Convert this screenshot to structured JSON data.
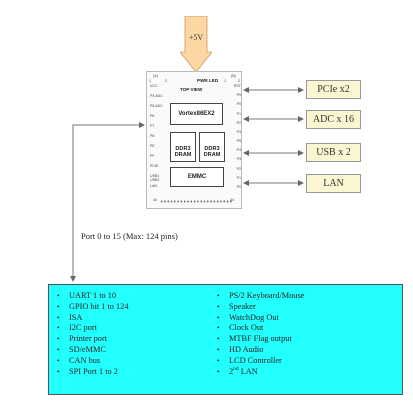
{
  "power": {
    "label": "+5V"
  },
  "module": {
    "col_a_label": "(A)",
    "col_a_num": "1",
    "col_a_num2": "2",
    "col_b_label": "(B)",
    "col_b_num": "1",
    "col_b_num2": "2",
    "pwr_led": "PWR LED",
    "top_view": "TOP VIEW",
    "cpu": "Vortex86EX2",
    "dram1": "DDR3\nDRAM",
    "dram2": "DDR3\nDRAM",
    "emmc": "EMMC",
    "left_pins": [
      "VCC",
      "P4 ADC",
      "P5 ADC",
      "P6",
      "P7",
      "P8",
      "PE",
      "PF",
      "PCIE",
      "USB1\nUSB2",
      "LAN"
    ],
    "right_pins": [
      "RST",
      "P9",
      "P0",
      "P1",
      "P2",
      "P3",
      "P5",
      "P4",
      "P3",
      "P2",
      "P1",
      "P0"
    ],
    "bottom_left": "44",
    "bottom_right": "44"
  },
  "interfaces": [
    {
      "label": "PCIe x2",
      "color": "#fbf6d2"
    },
    {
      "label": "ADC x 16",
      "color": "#fbf6d2"
    },
    {
      "label": "USB x 2",
      "color": "#fbf6d2"
    },
    {
      "label": "LAN",
      "color": "#fbf6d2"
    }
  ],
  "port_caption": "Port 0 to 15 (Max: 124 pins)",
  "features": {
    "background": "#22ffff",
    "left": [
      "UART  1 to 10",
      "GPIO bit  1 to 124",
      "ISA",
      "I2C port",
      "Printer port",
      "SD/eMMC",
      "CAN bus",
      "SPI Port 1 to 2"
    ],
    "right": [
      "PS/2 Keyboard/Mouse",
      "Speaker",
      "WatchDog Out",
      "Clock Out",
      "MTBF Flag output",
      "HD Audio",
      "LCD Controller"
    ],
    "right_last_pre": "2",
    "right_last_sup": "nd",
    "right_last_post": " LAN"
  }
}
